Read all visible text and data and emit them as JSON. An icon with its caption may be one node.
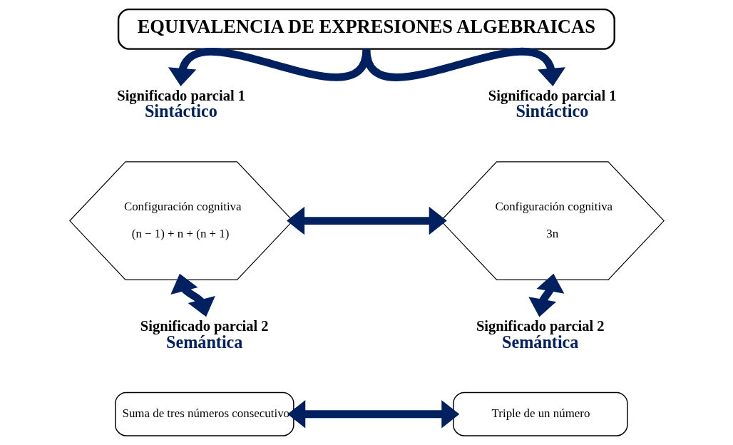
{
  "diagram": {
    "nodes": [
      {
        "text": [
          "EQUIVALENCIA DE EXPRESIONES ALGEBRAICAS"
        ]
      },
      {
        "text": [
          "Significado parcial 1",
          "Sintáctico"
        ]
      },
      {
        "text": [
          "Significado parcial 1",
          "Sintáctico"
        ]
      },
      {
        "text": [
          "Configuración cognitiva",
          "(n − 1) + n + (n + 1)"
        ]
      },
      {
        "text": [
          "Configuración cognitiva",
          "3n"
        ]
      },
      {
        "text": [
          "Significado parcial 2",
          "Semántica"
        ]
      },
      {
        "text": [
          "Significado parcial 2",
          "Semántica"
        ]
      },
      {
        "text": [
          "Suma de tres números consecutivo"
        ]
      },
      {
        "text": [
          "Triple de un número"
        ]
      }
    ],
    "edges": [
      {
        "from": 0,
        "to": 1,
        "arrow": "to"
      },
      {
        "from": 0,
        "to": 2,
        "arrow": "to"
      },
      {
        "from": 3,
        "to": 4,
        "arrow": "both"
      },
      {
        "from": 3,
        "to": 5,
        "arrow": "both"
      },
      {
        "from": 4,
        "to": 6,
        "arrow": "both"
      },
      {
        "from": 7,
        "to": 8,
        "arrow": "both"
      }
    ]
  }
}
